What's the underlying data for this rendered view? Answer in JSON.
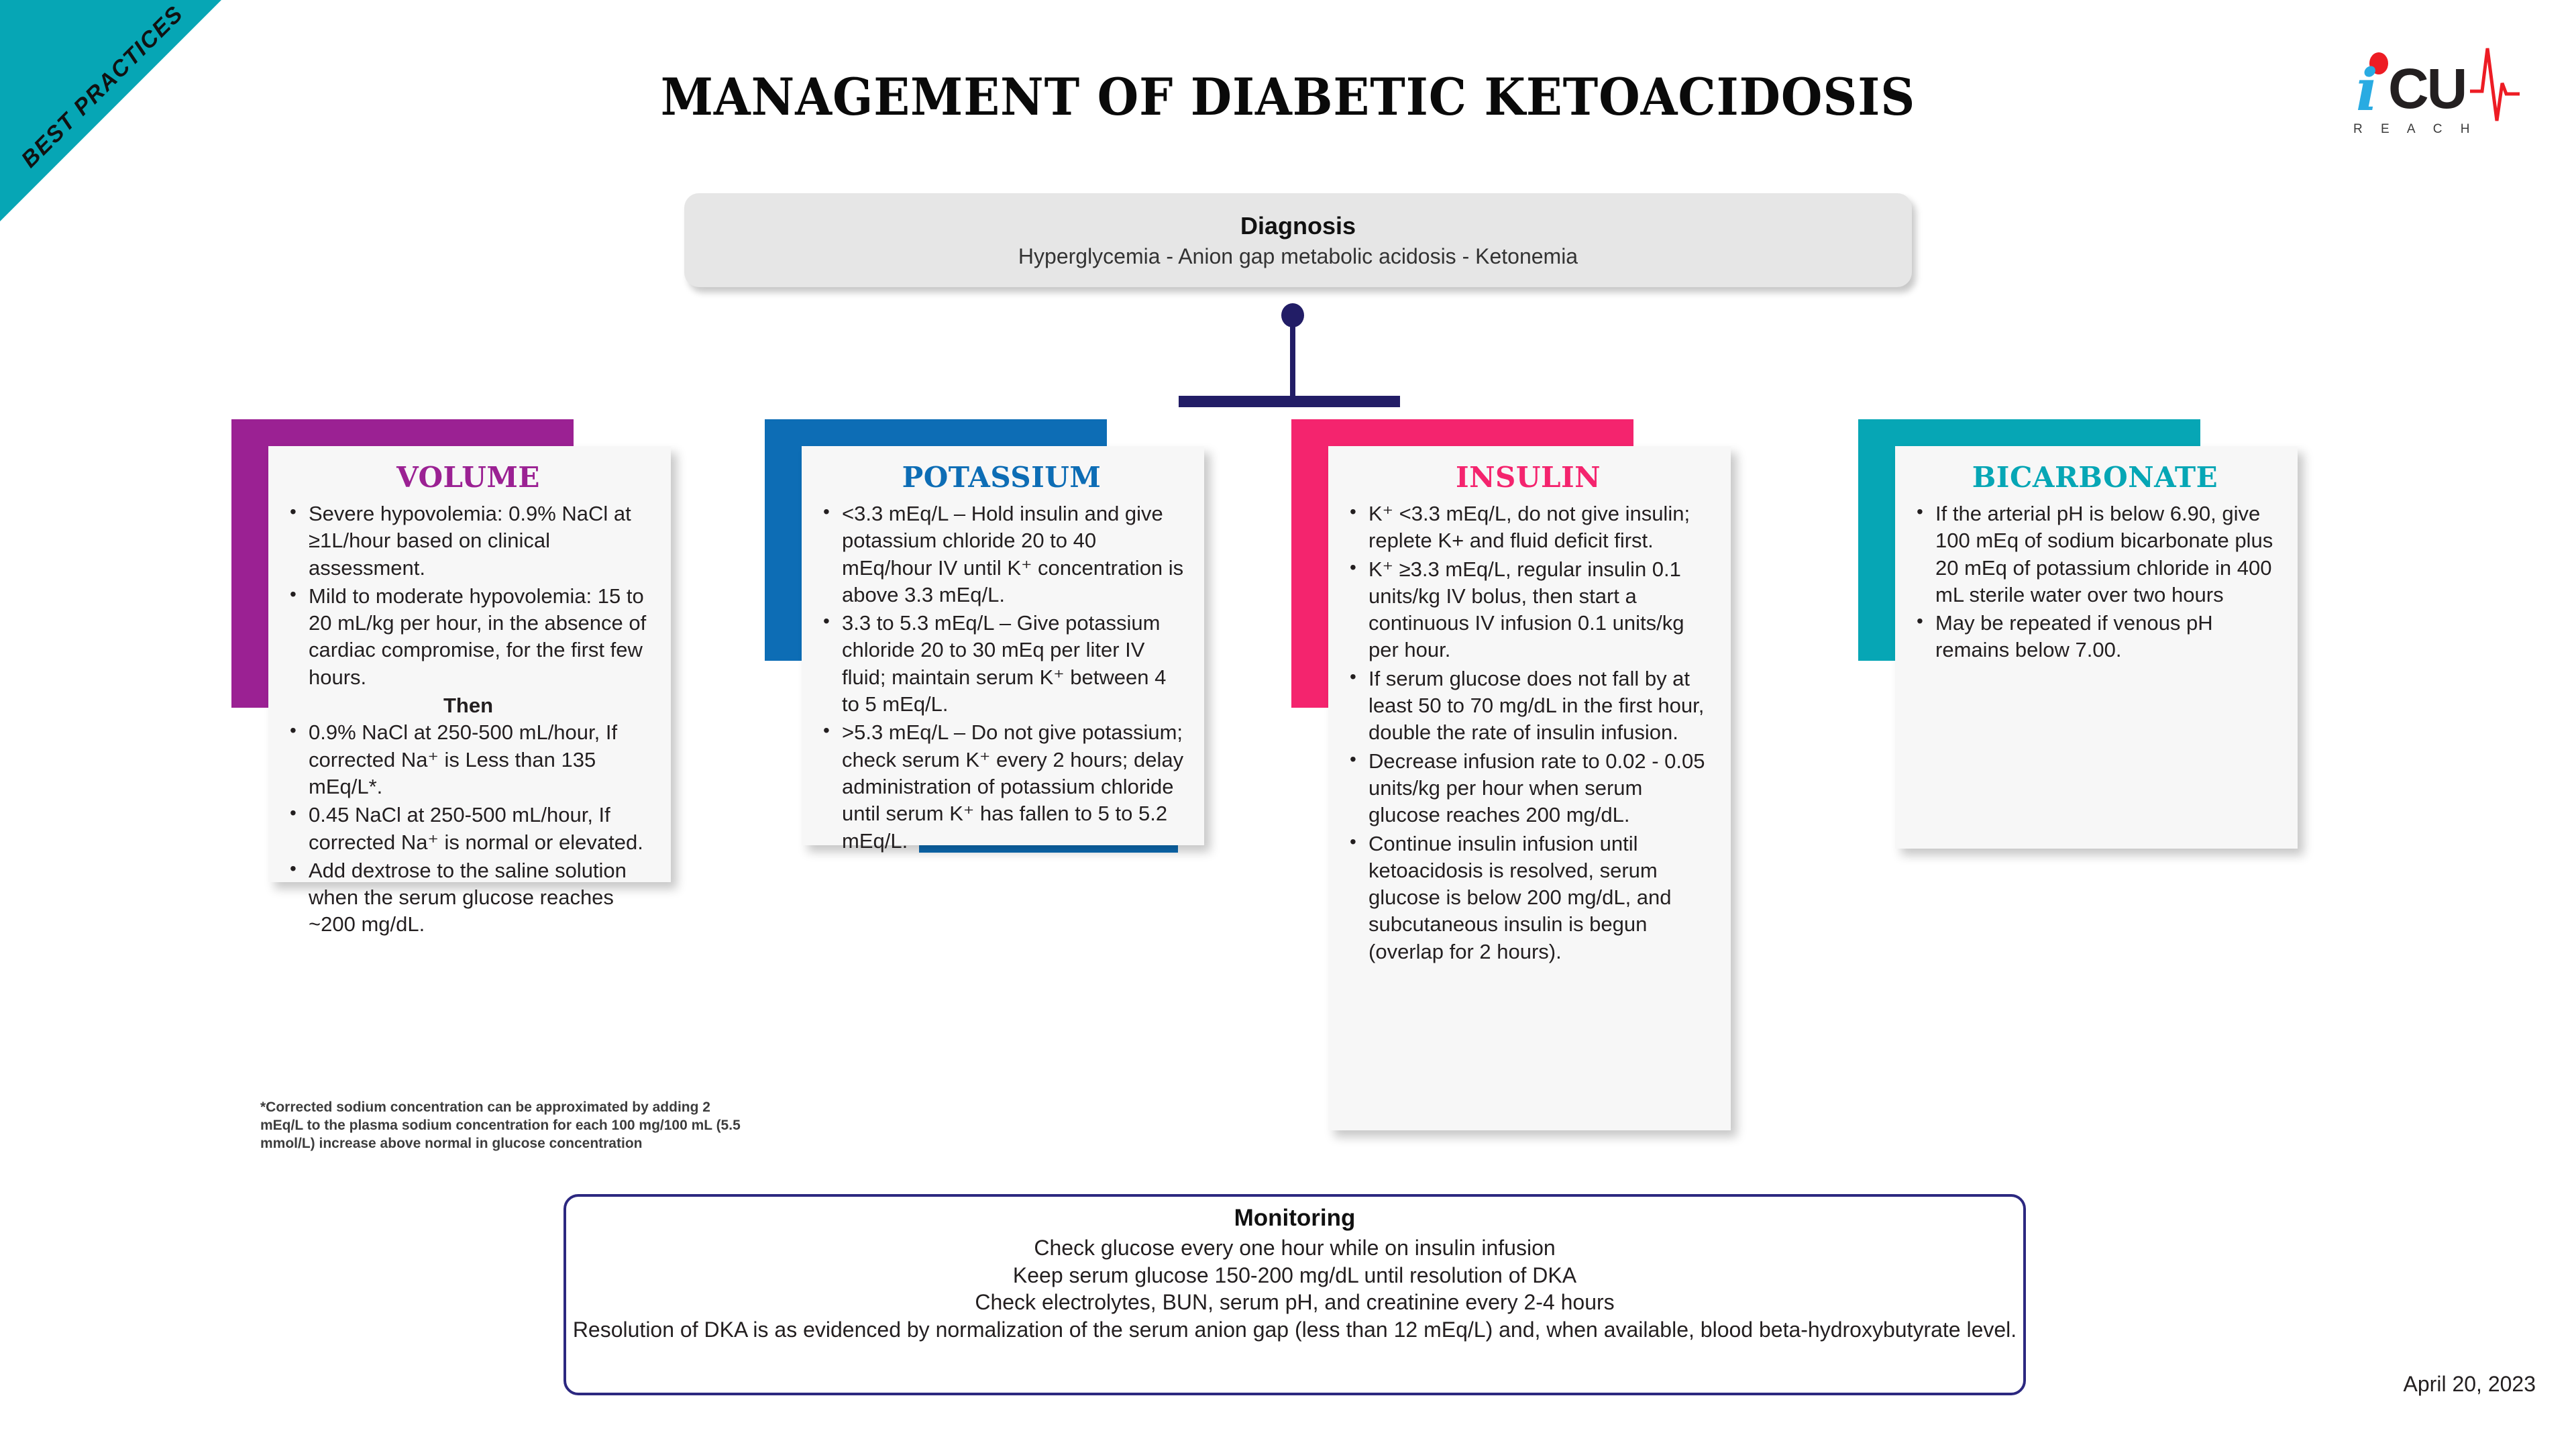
{
  "banner": {
    "label": "BEST PRACTICES",
    "color": "#06A6B5"
  },
  "header": {
    "title": "MANAGEMENT OF DIABETIC KETOACIDOSIS",
    "logo": {
      "i": "i",
      "cu": "CU",
      "reach": "R E A C H",
      "dot_color": "#ED1C24",
      "i_color": "#29ABE2",
      "ekg_color": "#ED1C24"
    }
  },
  "diagnosis": {
    "title": "Diagnosis",
    "subtitle": "Hyperglycemia - Anion gap metabolic acidosis - Ketonemia"
  },
  "columns": [
    {
      "id": "volume",
      "title": "VOLUME",
      "color": "#9B2193",
      "bullets": [
        "Severe hypovolemia: 0.9% NaCl at ≥1L/hour based on clinical assessment.",
        "Mild to moderate hypovolemia: 15 to 20 mL/kg per hour, in the absence of cardiac compromise, for the first few hours."
      ],
      "divider": "Then",
      "bullets_after": [
        "0.9% NaCl at 250-500 mL/hour, If corrected Na⁺ is Less than 135 mEq/L*.",
        "0.45 NaCl at 250-500 mL/hour, If corrected Na⁺ is normal or elevated.",
        "Add dextrose to the saline solution when the serum glucose reaches ~200 mg/dL."
      ]
    },
    {
      "id": "potassium",
      "title": "POTASSIUM",
      "color": "#0D6DB5",
      "bullets": [
        "<3.3 mEq/L – Hold insulin and give potassium chloride 20 to 40 mEq/hour IV until K⁺ concentration is above 3.3 mEq/L.",
        "3.3 to 5.3 mEq/L – Give potassium chloride 20 to 30 mEq per liter IV fluid; maintain serum K⁺ between 4 to 5 mEq/L.",
        ">5.3 mEq/L – Do not give potassium; check serum K⁺ every 2 hours; delay administration of potassium chloride until serum K⁺ has fallen to 5 to 5.2 mEq/L."
      ]
    },
    {
      "id": "insulin",
      "title": "INSULIN",
      "color": "#F4246E",
      "bullets": [
        "K⁺ <3.3 mEq/L, do not give insulin; replete K+ and fluid deficit first.",
        "K⁺ ≥3.3 mEq/L, regular insulin 0.1 units/kg IV bolus, then start a continuous IV infusion 0.1 units/kg per hour.",
        "If serum glucose does not fall by at least 50 to 70 mg/dL in the first hour, double the rate of insulin infusion.",
        "Decrease infusion rate to  0.02 - 0.05 units/kg per hour when serum glucose reaches 200 mg/dL.",
        "Continue insulin infusion until ketoacidosis is resolved, serum glucose is below 200 mg/dL, and subcutaneous insulin is begun (overlap for 2 hours)."
      ]
    },
    {
      "id": "bicarbonate",
      "title": "BICARBONATE",
      "color": "#06A6B5",
      "bullets": [
        "If the arterial pH is below 6.90, give 100 mEq of sodium bicarbonate plus 20 mEq of potassium chloride in 400 mL sterile water over two hours",
        "May be repeated if venous pH remains below 7.00."
      ]
    }
  ],
  "footnote": "*Corrected sodium concentration can be approximated by adding 2 mEq/L to the plasma sodium concentration for each 100 mg/100 mL (5.5 mmol/L) increase above normal in glucose concentration",
  "monitoring": {
    "title": "Monitoring",
    "lines": [
      "Check glucose every one hour while on insulin infusion",
      "Keep serum glucose 150-200 mg/dL until resolution of DKA",
      "Check electrolytes, BUN, serum pH, and creatinine every 2-4 hours",
      "Resolution of DKA is as evidenced by normalization of the serum anion gap (less than 12 mEq/L) and, when available, blood beta-hydroxybutyrate level."
    ],
    "border_color": "#2c2880"
  },
  "date": "April 20, 2023"
}
